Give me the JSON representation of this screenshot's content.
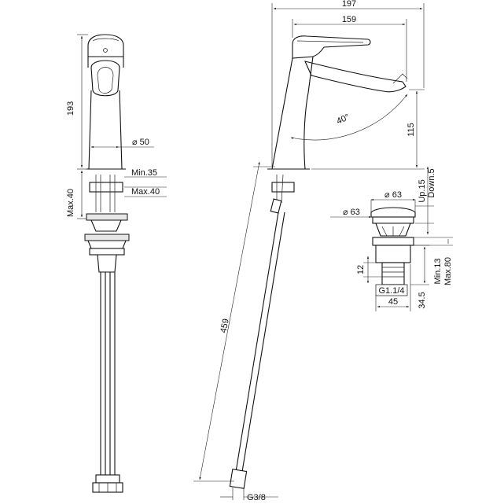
{
  "dimensions": {
    "overall_width": "197",
    "spout_reach": "159",
    "height": "193",
    "body_diameter": "⌀ 50",
    "handle_angle": "40°",
    "spout_height": "115",
    "thickness_min": "Min.35",
    "thickness_max": "Max.40",
    "deck_max": "Max.40",
    "hose_length": "459",
    "hose_thread": "G3/8",
    "waste_cap_diameter": "⌀ 63",
    "waste_flange_diameter": "⌀ 63",
    "waste_up": "Up.15",
    "waste_down": "Down.5",
    "waste_12": "12",
    "waste_thread": "G1.1/4",
    "waste_body_width": "45",
    "waste_34_5": "34.5",
    "waste_min": "Min.13",
    "waste_max": "Max.80"
  }
}
